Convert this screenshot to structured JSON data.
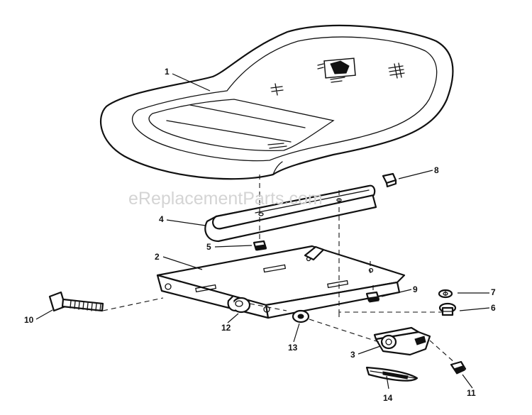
{
  "watermark": "eReplacementParts.com",
  "callouts": [
    "1",
    "2",
    "3",
    "4",
    "5",
    "6",
    "7",
    "8",
    "9",
    "10",
    "11",
    "12",
    "13",
    "14"
  ],
  "colors": {
    "ink": "#111111",
    "paper": "#ffffff",
    "watermark": "#d4d4d4"
  }
}
